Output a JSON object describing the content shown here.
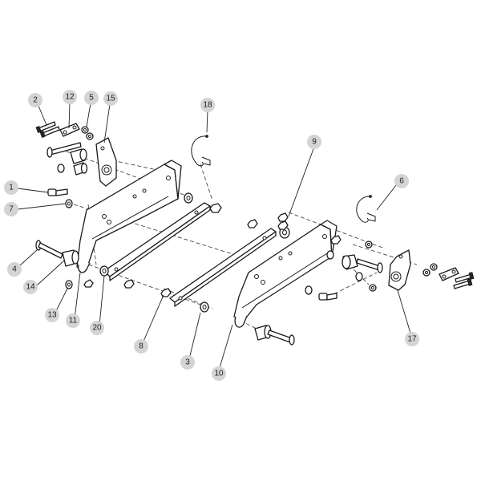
{
  "callouts": [
    {
      "id": "c1",
      "label": "1"
    },
    {
      "id": "c2",
      "label": "2"
    },
    {
      "id": "c3",
      "label": "3"
    },
    {
      "id": "c4",
      "label": "4"
    },
    {
      "id": "c5",
      "label": "5"
    },
    {
      "id": "c6",
      "label": "6"
    },
    {
      "id": "c7",
      "label": "7"
    },
    {
      "id": "c8",
      "label": "8"
    },
    {
      "id": "c9",
      "label": "9"
    },
    {
      "id": "c10",
      "label": "10"
    },
    {
      "id": "c11",
      "label": "11"
    },
    {
      "id": "c12",
      "label": "12"
    },
    {
      "id": "c13",
      "label": "13"
    },
    {
      "id": "c14",
      "label": "14"
    },
    {
      "id": "c15",
      "label": "15"
    },
    {
      "id": "c17",
      "label": "17"
    },
    {
      "id": "c18",
      "label": "18"
    },
    {
      "id": "c20",
      "label": "20"
    }
  ]
}
